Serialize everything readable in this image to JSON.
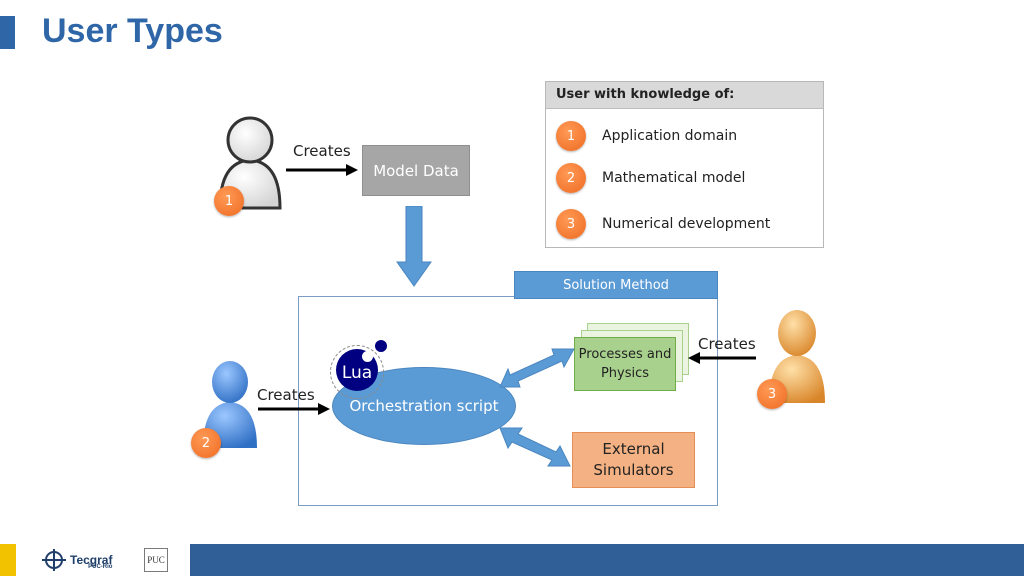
{
  "header": {
    "title": "User Types"
  },
  "legend": {
    "heading": "User with knowledge of:",
    "items": [
      {
        "badge": "1",
        "label": "Application domain"
      },
      {
        "badge": "2",
        "label": "Mathematical model"
      },
      {
        "badge": "3",
        "label": "Numerical development"
      }
    ]
  },
  "diagram": {
    "user1": {
      "badge": "1",
      "action": "Creates",
      "color": "#e6e6e6"
    },
    "model_data": "Model Data",
    "solution_method": "Solution Method",
    "user2": {
      "badge": "2",
      "action": "Creates",
      "color": "#4a86d8"
    },
    "user3": {
      "badge": "3",
      "action": "Creates",
      "color": "#f0a23a"
    },
    "lua_logo": "Lua",
    "orchestration_script": "Orchestration script",
    "processes_and_physics": "Processes and Physics",
    "external_simulators": "External Simulators",
    "colors": {
      "accent": "#2f66a7",
      "badge": "#ee6a22",
      "blue": "#5b9bd5",
      "green": "#a9d18e",
      "orange": "#f4b183",
      "gray": "#a6a6a6"
    }
  },
  "footer": {
    "logo_text": "Tecgraf",
    "logo_subtext": "PUC-Rio",
    "puc_mark": "PUC"
  }
}
